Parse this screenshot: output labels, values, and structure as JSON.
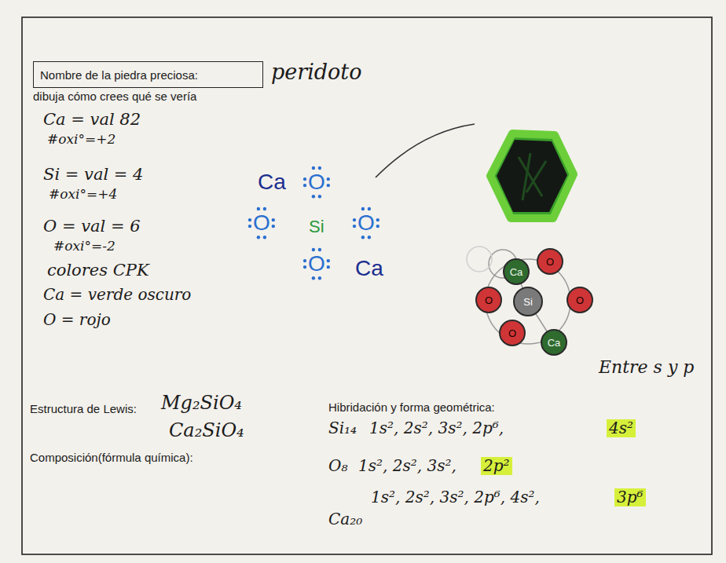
{
  "diagram": {
    "nodes": [
      {
        "text": [
          "Nombre de la piedra preciosa:"
        ]
      },
      {
        "text": [
          "Ca"
        ]
      },
      {
        "text": [
          "O"
        ]
      },
      {
        "text": [
          "O"
        ]
      },
      {
        "text": [
          "Si"
        ]
      },
      {
        "text": [
          "O"
        ]
      },
      {
        "text": [
          "O"
        ]
      },
      {
        "text": [
          "Ca"
        ]
      }
    ],
    "labels": [
      "peridoto",
      "dibuja cómo crees qué se vería",
      "Ca = val 82",
      "#oxi°=+2",
      "Si = val = 4",
      "#oxi°=+4",
      "O = val = 6",
      "#oxi°=-2",
      "colores CPK",
      "Ca = verde oscuro",
      "O = rojo",
      "Ca",
      "O",
      "O",
      "Si",
      "O",
      "O",
      "Ca",
      "Estructura de Lewis:",
      "Mg₂SiO₄",
      "Ca₂SiO₄",
      "Composición(fórmula química):",
      "Hibridación y forma geométrica:",
      "Entre s y p",
      "Si₁₄",
      "1s², 2s², 3s², 2p⁶,",
      "4s²",
      "O₈",
      "1s², 2s², 3s²,",
      "2p²",
      "Ca₂₀",
      "1s², 2s², 3s², 2p⁶, 4s²,",
      "3p⁶"
    ]
  }
}
